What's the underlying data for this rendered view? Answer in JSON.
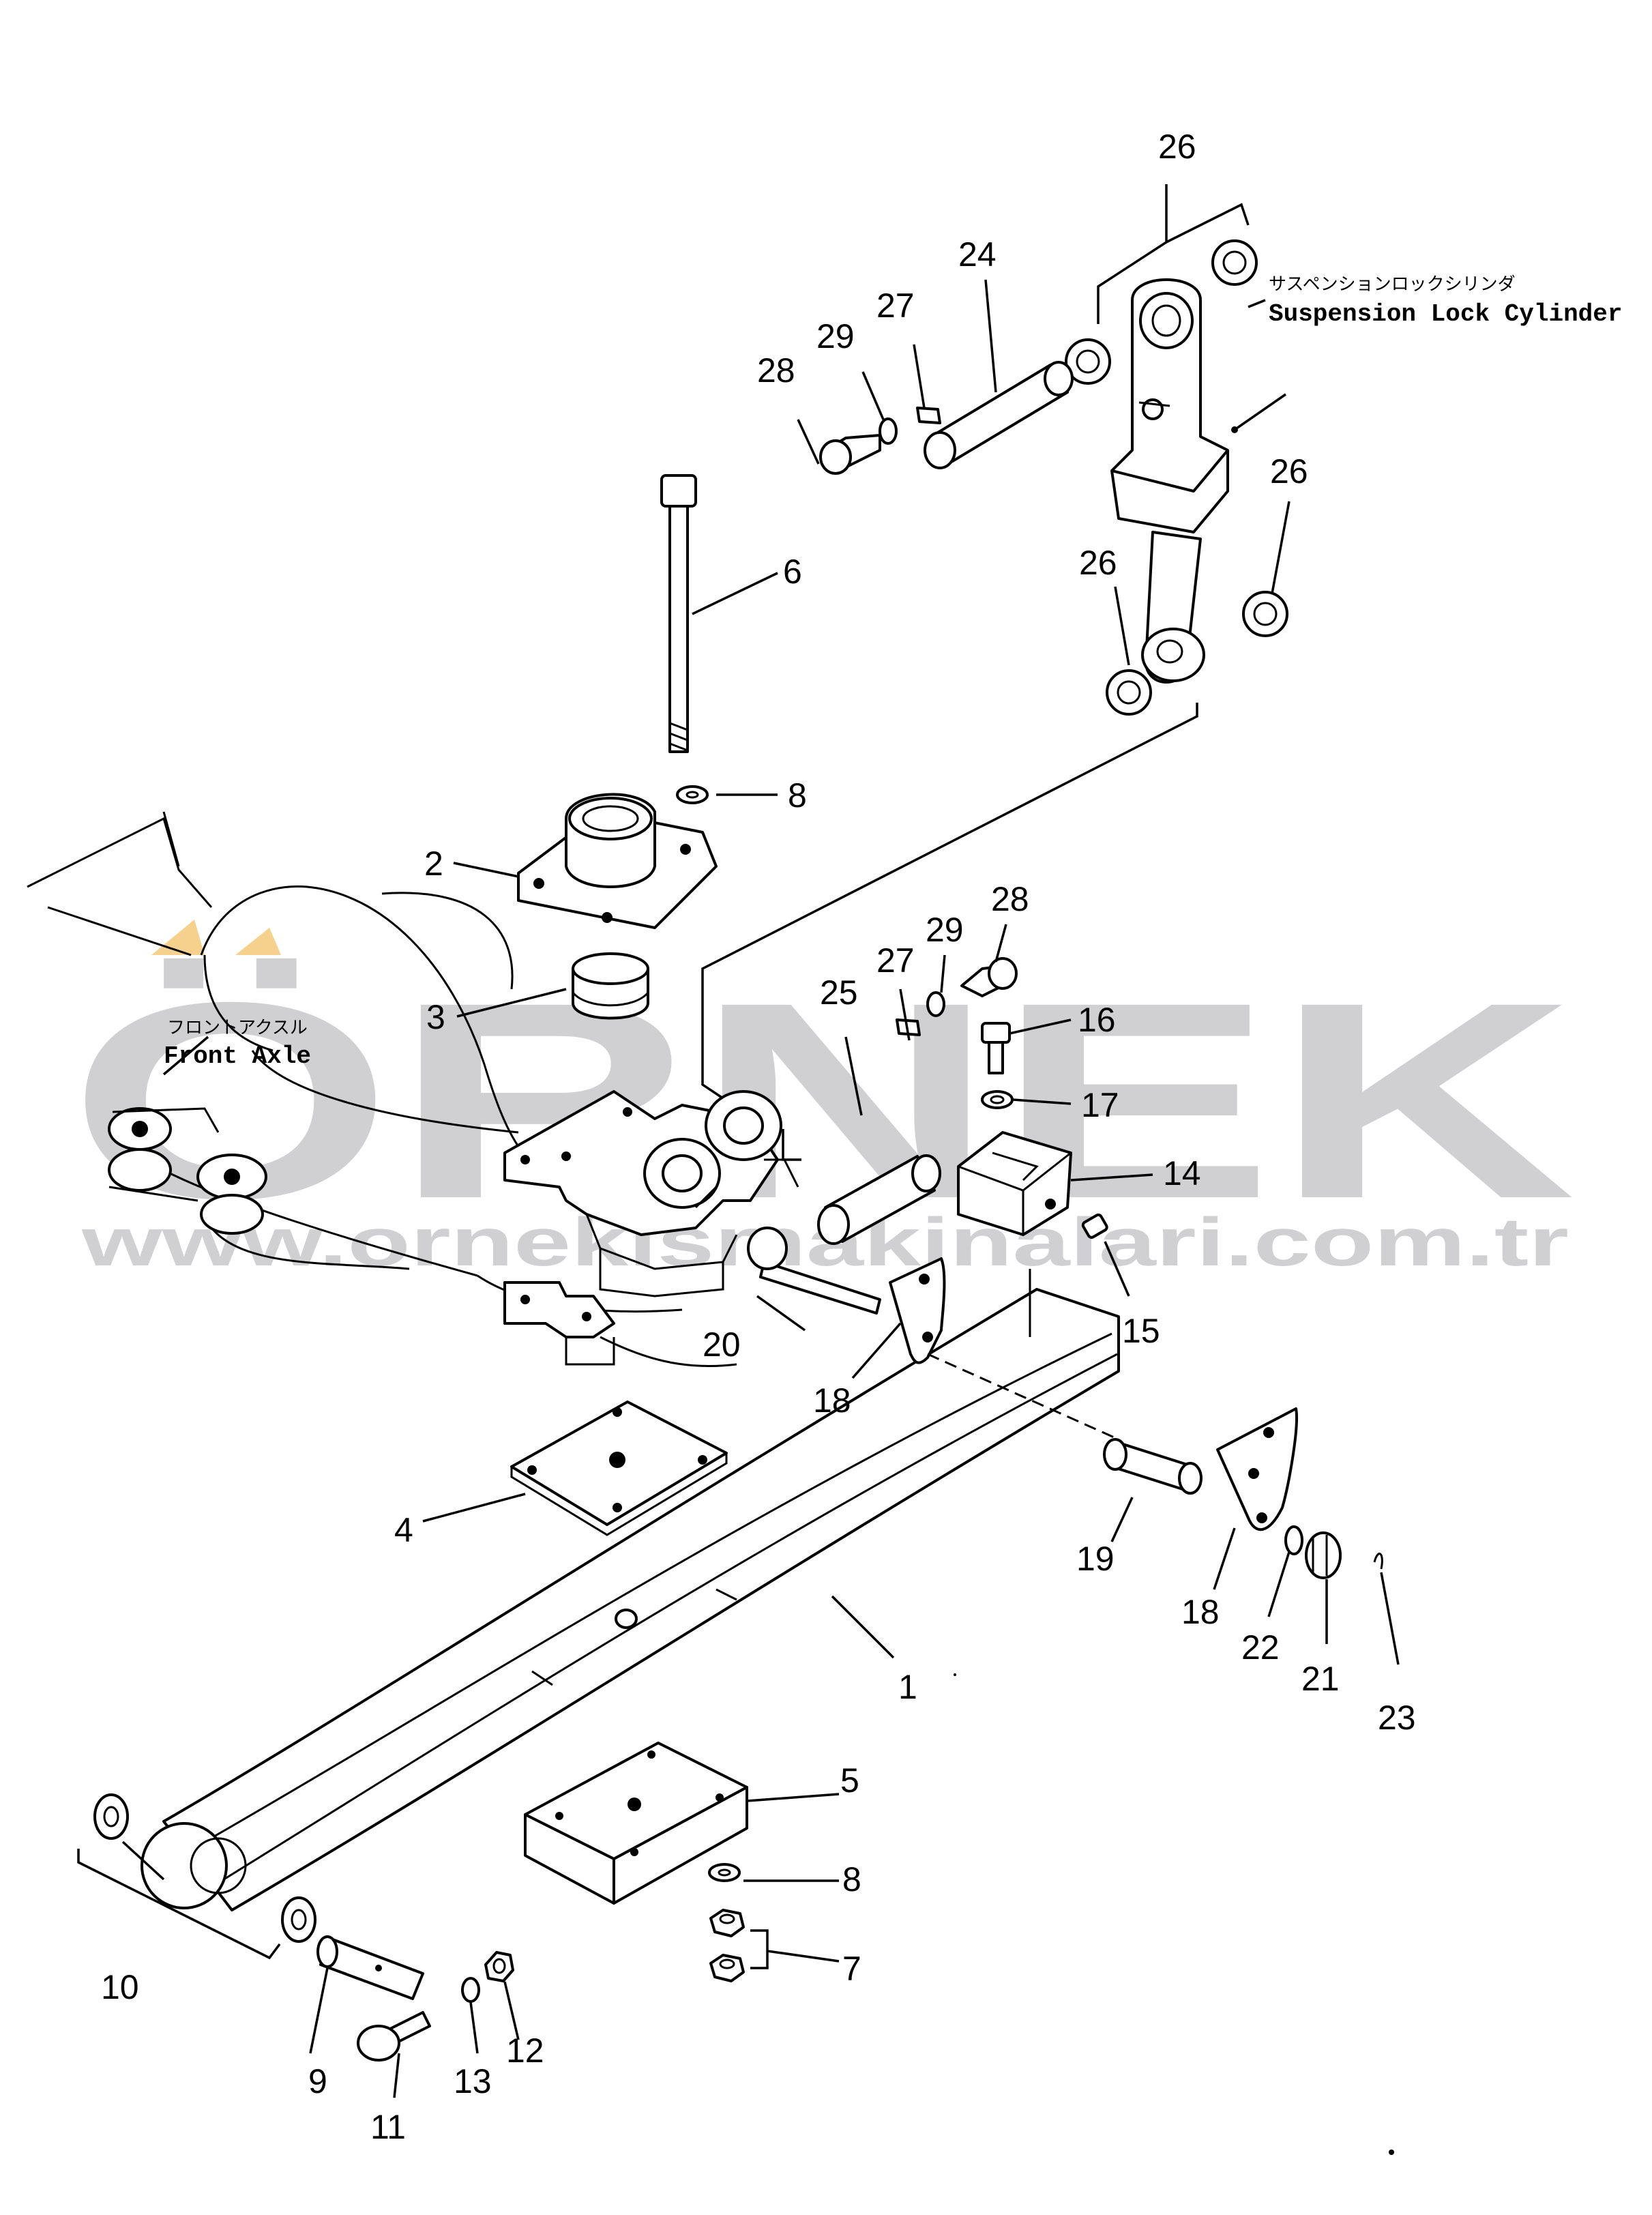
{
  "diagram": {
    "callouts": [
      "1",
      "2",
      "3",
      "4",
      "5",
      "6",
      "7",
      "8",
      "8",
      "9",
      "10",
      "11",
      "12",
      "13",
      "14",
      "15",
      "16",
      "17",
      "18",
      "18",
      "19",
      "20",
      "21",
      "22",
      "23",
      "24",
      "25",
      "26",
      "26",
      "26",
      "27",
      "27",
      "28",
      "28",
      "29",
      "29"
    ],
    "captions": {
      "suspension_lock_cylinder_jp": "サスペンションロックシリンダ",
      "suspension_lock_cylinder_en": "Suspension Lock Cylinder",
      "front_axle_jp": "フロントアクスル",
      "front_axle_en": "Front Axle"
    },
    "watermark": {
      "brand": "ÖRNEK",
      "url": "www.ornekismakinalari.com.tr",
      "color": "#c8c8cc",
      "accent": "#f5c97a"
    }
  }
}
